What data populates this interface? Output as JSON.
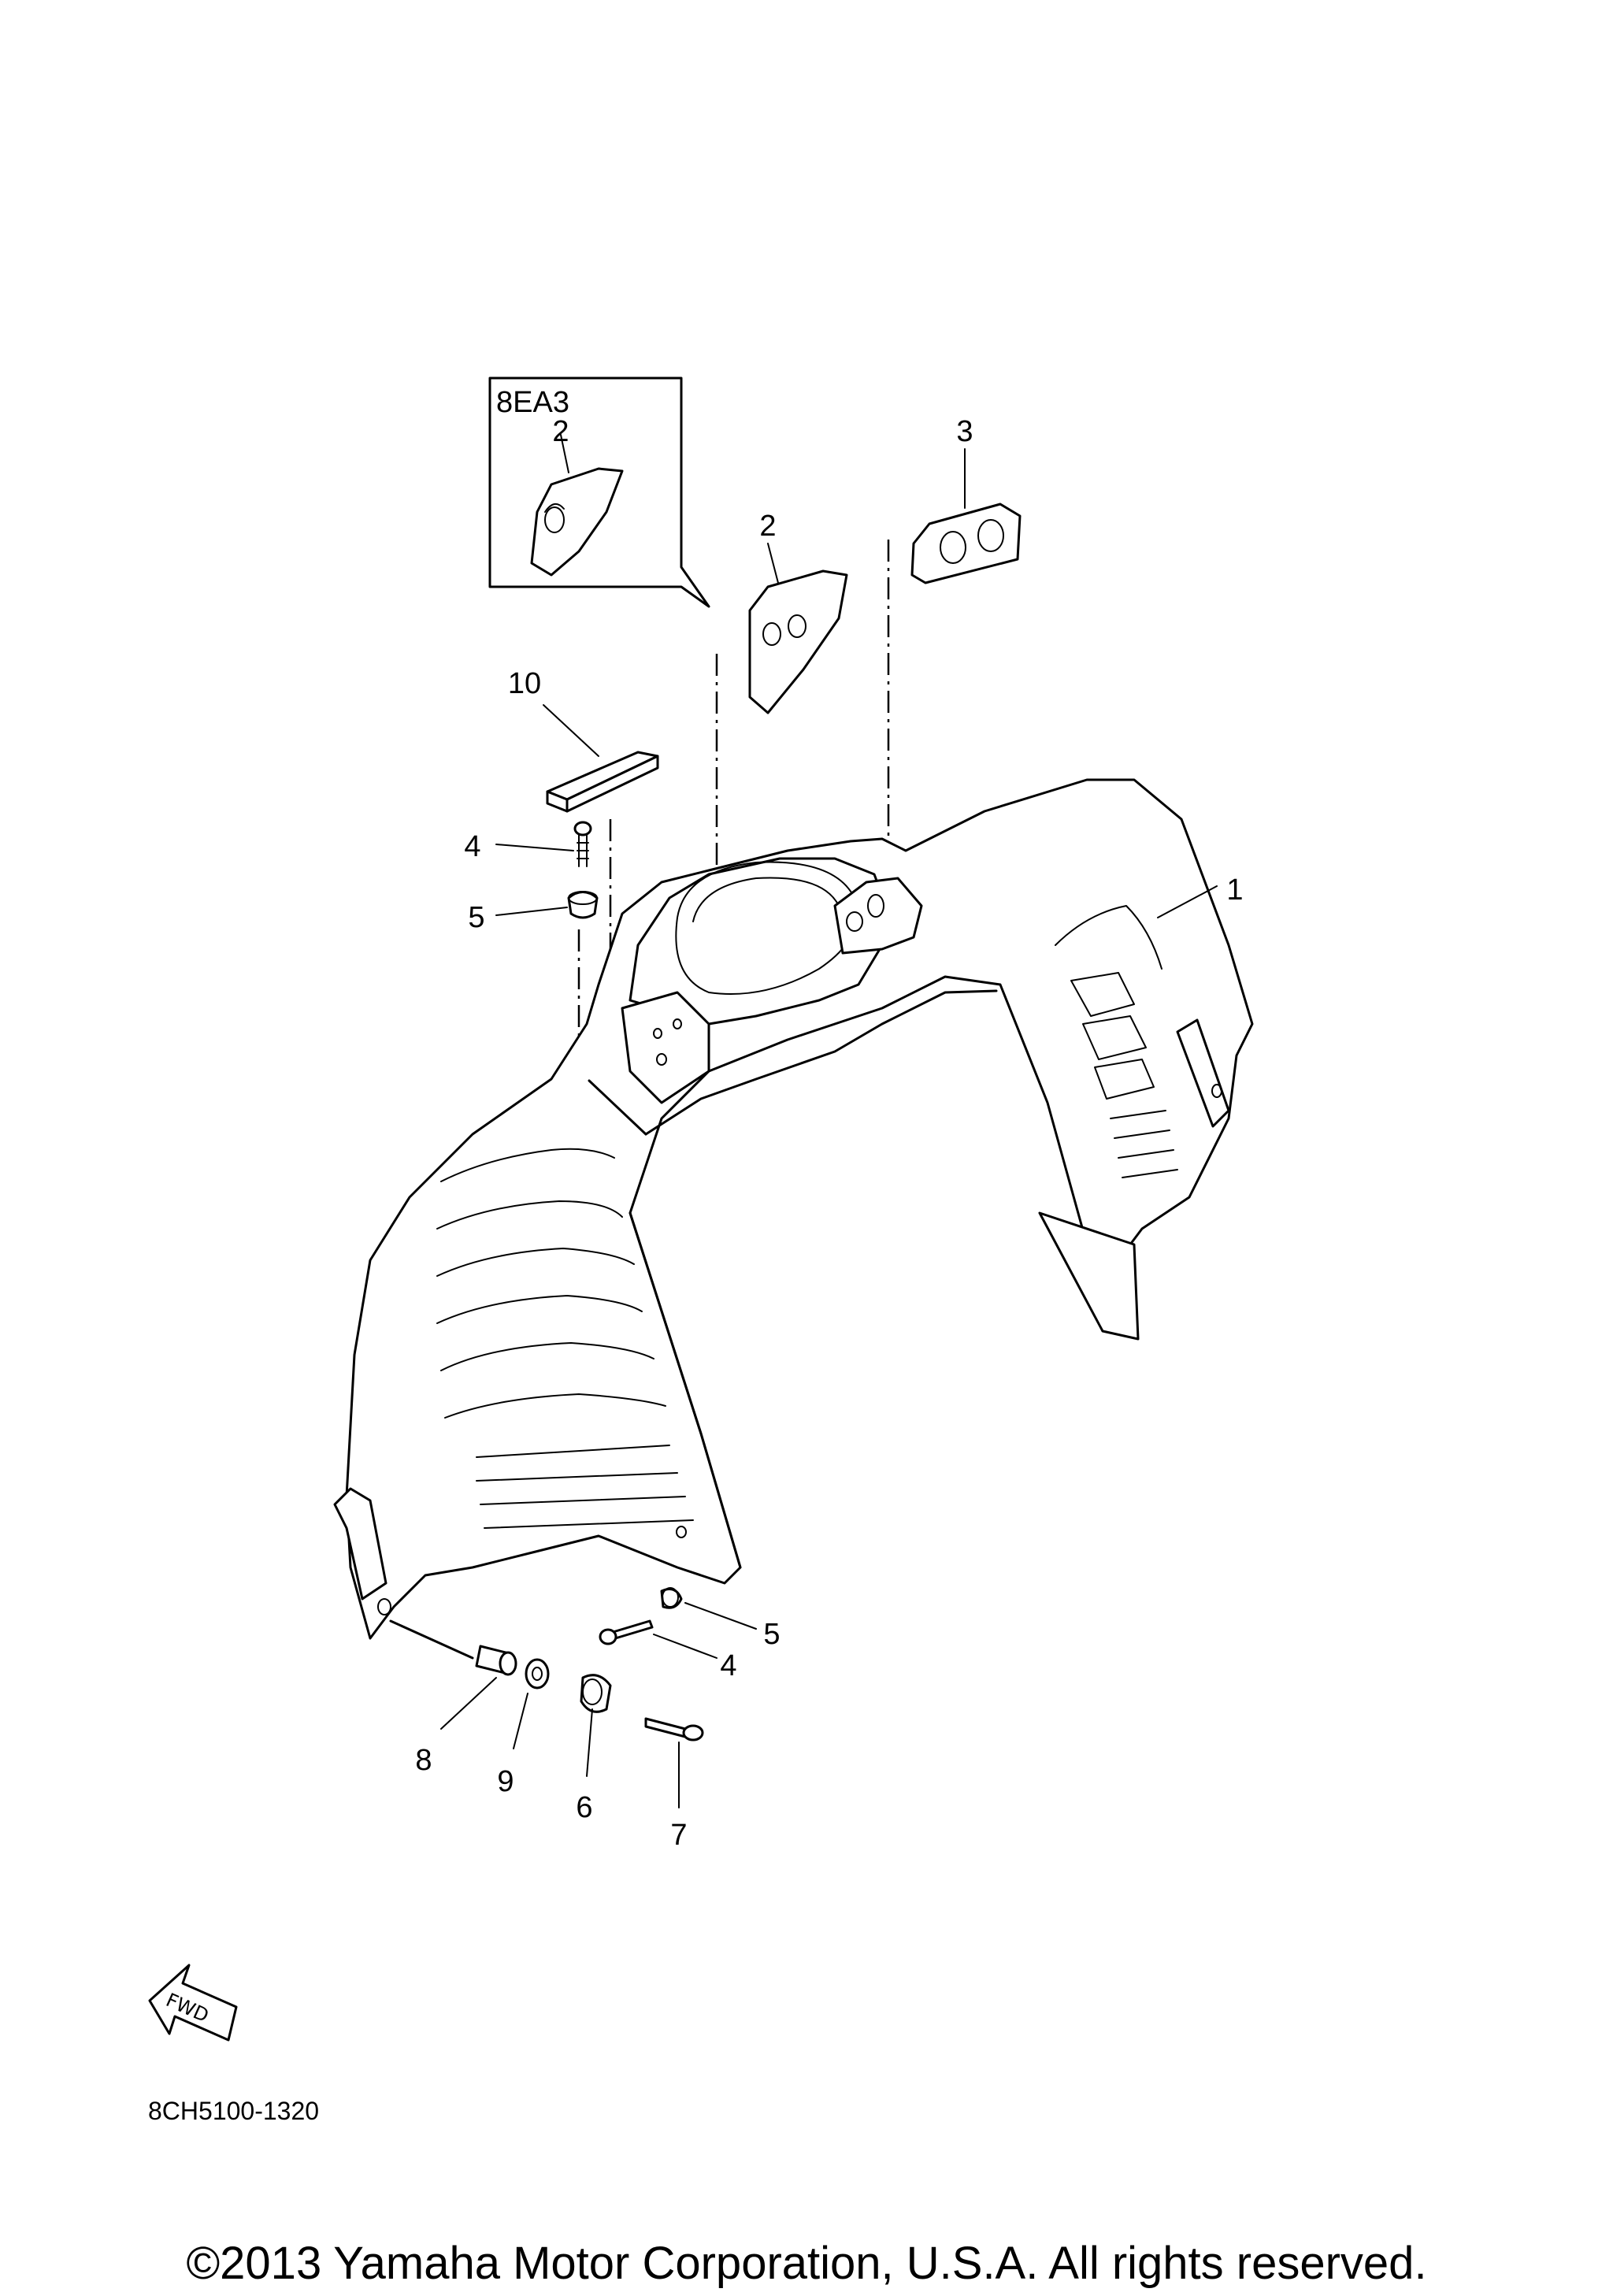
{
  "inset": {
    "label": "8EA3",
    "part_number": "2"
  },
  "callouts": [
    {
      "id": "c1",
      "text": "1"
    },
    {
      "id": "c2",
      "text": "2"
    },
    {
      "id": "c3",
      "text": "3"
    },
    {
      "id": "c4a",
      "text": "4"
    },
    {
      "id": "c5a",
      "text": "5"
    },
    {
      "id": "c10",
      "text": "10"
    },
    {
      "id": "c5b",
      "text": "5"
    },
    {
      "id": "c4b",
      "text": "4"
    },
    {
      "id": "c8",
      "text": "8"
    },
    {
      "id": "c9",
      "text": "9"
    },
    {
      "id": "c6",
      "text": "6"
    },
    {
      "id": "c7",
      "text": "7"
    }
  ],
  "fwd_label": "FWD",
  "diagram_code": "8CH5100-1320",
  "copyright": "©2013 Yamaha Motor Corporation, U.S.A. All rights reserved."
}
